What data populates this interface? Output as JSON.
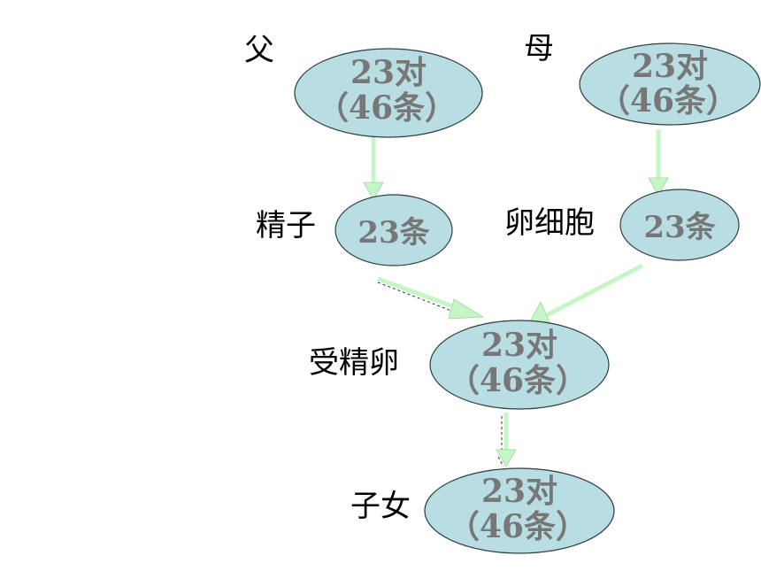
{
  "labels": {
    "father": "父",
    "mother": "母",
    "sperm": "精子",
    "egg": "卵细胞",
    "zygote": "受精卵",
    "offspring": "子女"
  },
  "nodes": {
    "father": {
      "line1": "23对",
      "line2": "（46条）"
    },
    "mother": {
      "line1": "23对",
      "line2": "（46条）"
    },
    "sperm": {
      "line1": "23条"
    },
    "egg": {
      "line1": "23条"
    },
    "zygote": {
      "line1": "23对",
      "line2": "（46条）"
    },
    "offspring": {
      "line1": "23对",
      "line2": "（46条）"
    }
  },
  "colors": {
    "node_fill": "#b8dde2",
    "node_text": "#777777",
    "arrow": "#c6f5c6"
  }
}
